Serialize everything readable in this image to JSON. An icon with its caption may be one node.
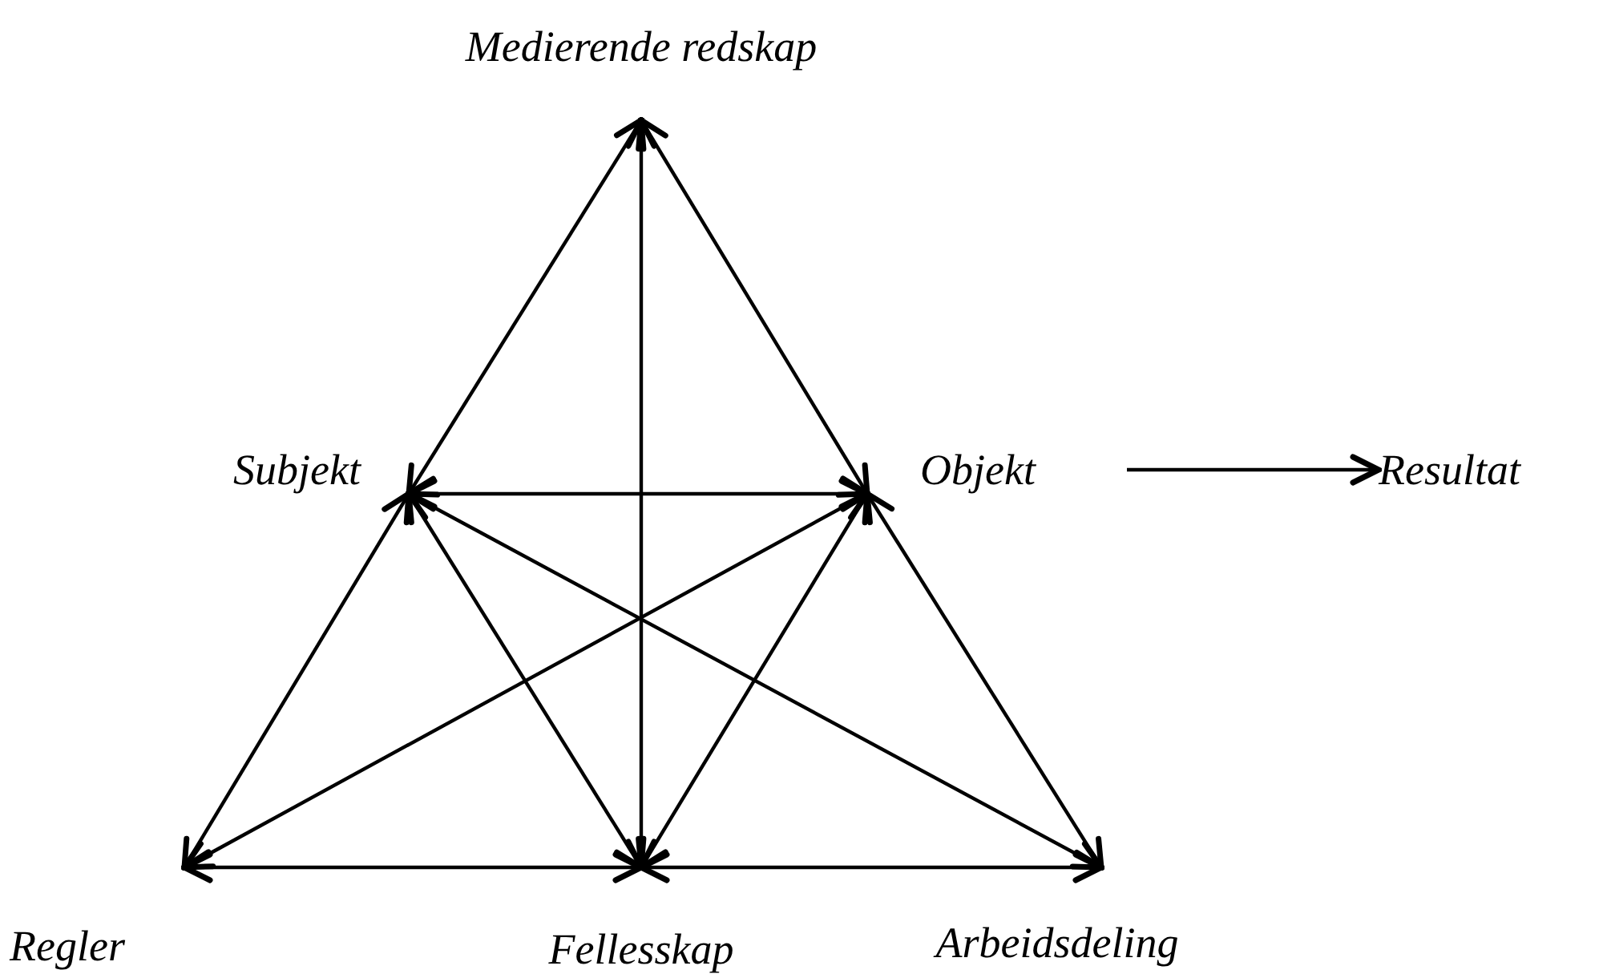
{
  "diagram": {
    "nodes": [
      {
        "text": [
          "Medierende redskap"
        ]
      },
      {
        "text": [
          "Subjekt"
        ]
      },
      {
        "text": [
          "Objekt"
        ]
      },
      {
        "text": [
          "Resultat"
        ]
      },
      {
        "text": [
          "Regler"
        ]
      },
      {
        "text": [
          "Fellesskap"
        ]
      },
      {
        "text": [
          "Arbeidsdeling"
        ]
      }
    ],
    "edges": [
      {
        "from": 0,
        "to": 1,
        "arrow": "both"
      },
      {
        "from": 0,
        "to": 2,
        "arrow": "both"
      },
      {
        "from": 0,
        "to": 5,
        "arrow": "both"
      },
      {
        "from": 1,
        "to": 2,
        "arrow": "both"
      },
      {
        "from": 1,
        "to": 4,
        "arrow": "both"
      },
      {
        "from": 1,
        "to": 5,
        "arrow": "both"
      },
      {
        "from": 1,
        "to": 6,
        "arrow": "both"
      },
      {
        "from": 2,
        "to": 4,
        "arrow": "both"
      },
      {
        "from": 2,
        "to": 5,
        "arrow": "both"
      },
      {
        "from": 2,
        "to": 6,
        "arrow": "both"
      },
      {
        "from": 4,
        "to": 5,
        "arrow": "both"
      },
      {
        "from": 5,
        "to": 6,
        "arrow": "both"
      },
      {
        "from": 2,
        "to": 3,
        "arrow": "to"
      }
    ]
  }
}
